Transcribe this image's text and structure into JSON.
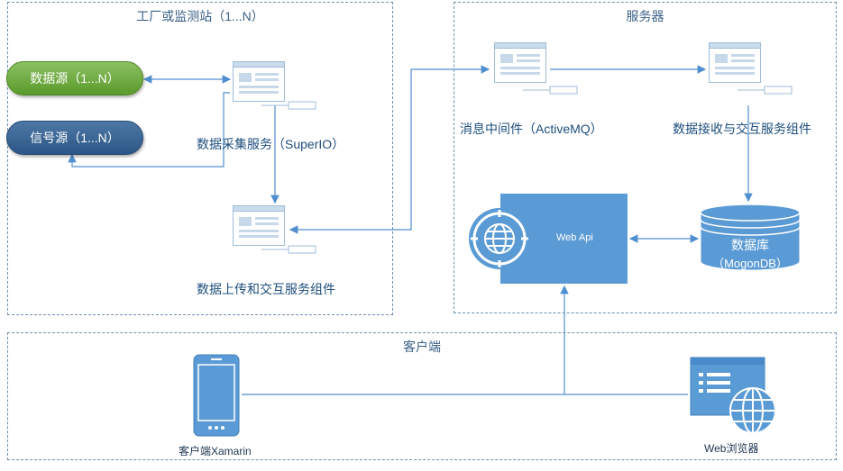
{
  "regions": {
    "factory": "工厂或监测站（1...N）",
    "server": "服务器",
    "client": "客户端"
  },
  "sources": {
    "data_source": "数据源（1...N）",
    "signal_source": "信号源（1...N）"
  },
  "components": {
    "collector": "数据采集服务（SuperIO）",
    "uploader": "数据上传和交互服务组件",
    "mq": "消息中间件（ActiveMQ）",
    "receiver": "数据接收与交互服务组件",
    "webapi": "Web Api",
    "db_name": "数据库",
    "db_sub": "（MogonDB）",
    "mobile": "客户端Xamarin",
    "browser": "Web浏览器"
  },
  "colors": {
    "region_border": "#6f8fb0",
    "accent": "#5b9bd5",
    "green_pill": "#6aa83a",
    "blue_pill": "#2f5b8a",
    "connector": "#4f8fcf"
  }
}
